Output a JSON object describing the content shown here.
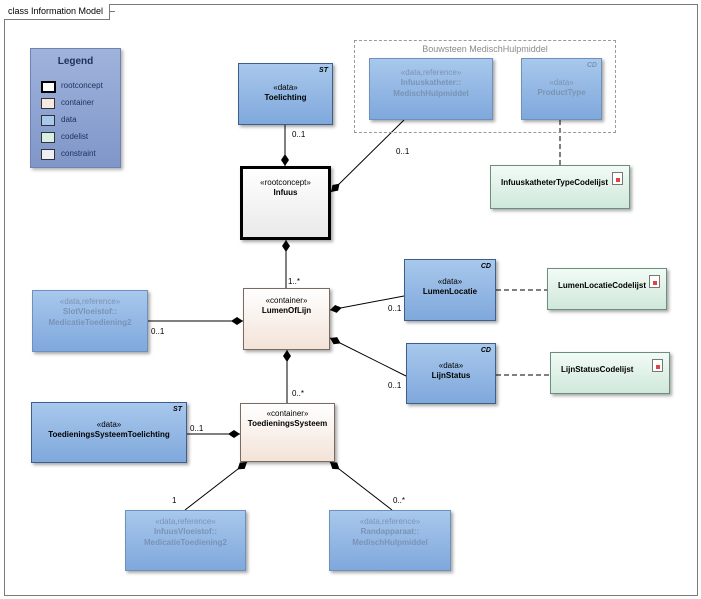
{
  "diagram": {
    "title": "class Information Model"
  },
  "legend": {
    "title": "Legend",
    "items": [
      {
        "label": "rootconcept",
        "color": "#ffffff",
        "border": "#000000"
      },
      {
        "label": "container",
        "color": "#f7e9df",
        "border": "#555555"
      },
      {
        "label": "data",
        "color": "#a8c8ec",
        "border": "#555555"
      },
      {
        "label": "codelist",
        "color": "#d9efe3",
        "border": "#555555"
      },
      {
        "label": "constraint",
        "color": "#eeeef7",
        "border": "#555555"
      }
    ]
  },
  "group": {
    "title": "Bouwsteen MedischHulpmiddel"
  },
  "nodes": {
    "toelichting": {
      "stereotype": "«data»",
      "name": "Toelichting",
      "tag": "ST"
    },
    "infuuskatheter": {
      "stereotype": "«data,reference»",
      "name_line1": "Infuuskatheter::",
      "name_line2": "MedischHulpmiddel"
    },
    "producttype": {
      "stereotype": "«data»",
      "name": "ProductType",
      "tag": "CD"
    },
    "infuus": {
      "stereotype": "«rootconcept»",
      "name": "Infuus"
    },
    "infuuskathetertype_codelijst": {
      "name": "InfuuskatheterTypeCodelijst"
    },
    "lumenoflijn": {
      "stereotype": "«container»",
      "name": "LumenOfLijn"
    },
    "slotvloeistof": {
      "stereotype": "«data,reference»",
      "name_line1": "SlotVloeistof::",
      "name_line2": "MedicatieToediening2"
    },
    "lumenlocatie": {
      "stereotype": "«data»",
      "name": "LumenLocatie",
      "tag": "CD"
    },
    "lumenlocatie_codelijst": {
      "name": "LumenLocatieCodelijst"
    },
    "lijnstatus": {
      "stereotype": "«data»",
      "name": "LijnStatus",
      "tag": "CD"
    },
    "lijnstatus_codelijst": {
      "name": "LijnStatusCodelijst"
    },
    "toedieningssysteem_toelichting": {
      "stereotype": "«data»",
      "name": "ToedieningsSysteemToelichting",
      "tag": "ST"
    },
    "toedieningssysteem": {
      "stereotype": "«container»",
      "name": "ToedieningsSysteem"
    },
    "infuusvloeistof": {
      "stereotype": "«data,reference»",
      "name_line1": "InfuusVloeistof::",
      "name_line2": "MedicatieToediening2"
    },
    "randapparaat": {
      "stereotype": "«data,reference»",
      "name_line1": "Randapparaat::",
      "name_line2": "MedischHulpmiddel"
    }
  },
  "multiplicities": {
    "toelichting": "0..1",
    "infuuskatheter": "0..1",
    "lumenoflijn": "1..*",
    "slotvloeistof": "0..1",
    "lumenlocatie": "0..1",
    "lijnstatus": "0..1",
    "toedieningssysteem": "0..*",
    "toedieningssysteem_toelichting": "0..1",
    "infuusvloeistof": "1",
    "randapparaat": "0..*"
  }
}
